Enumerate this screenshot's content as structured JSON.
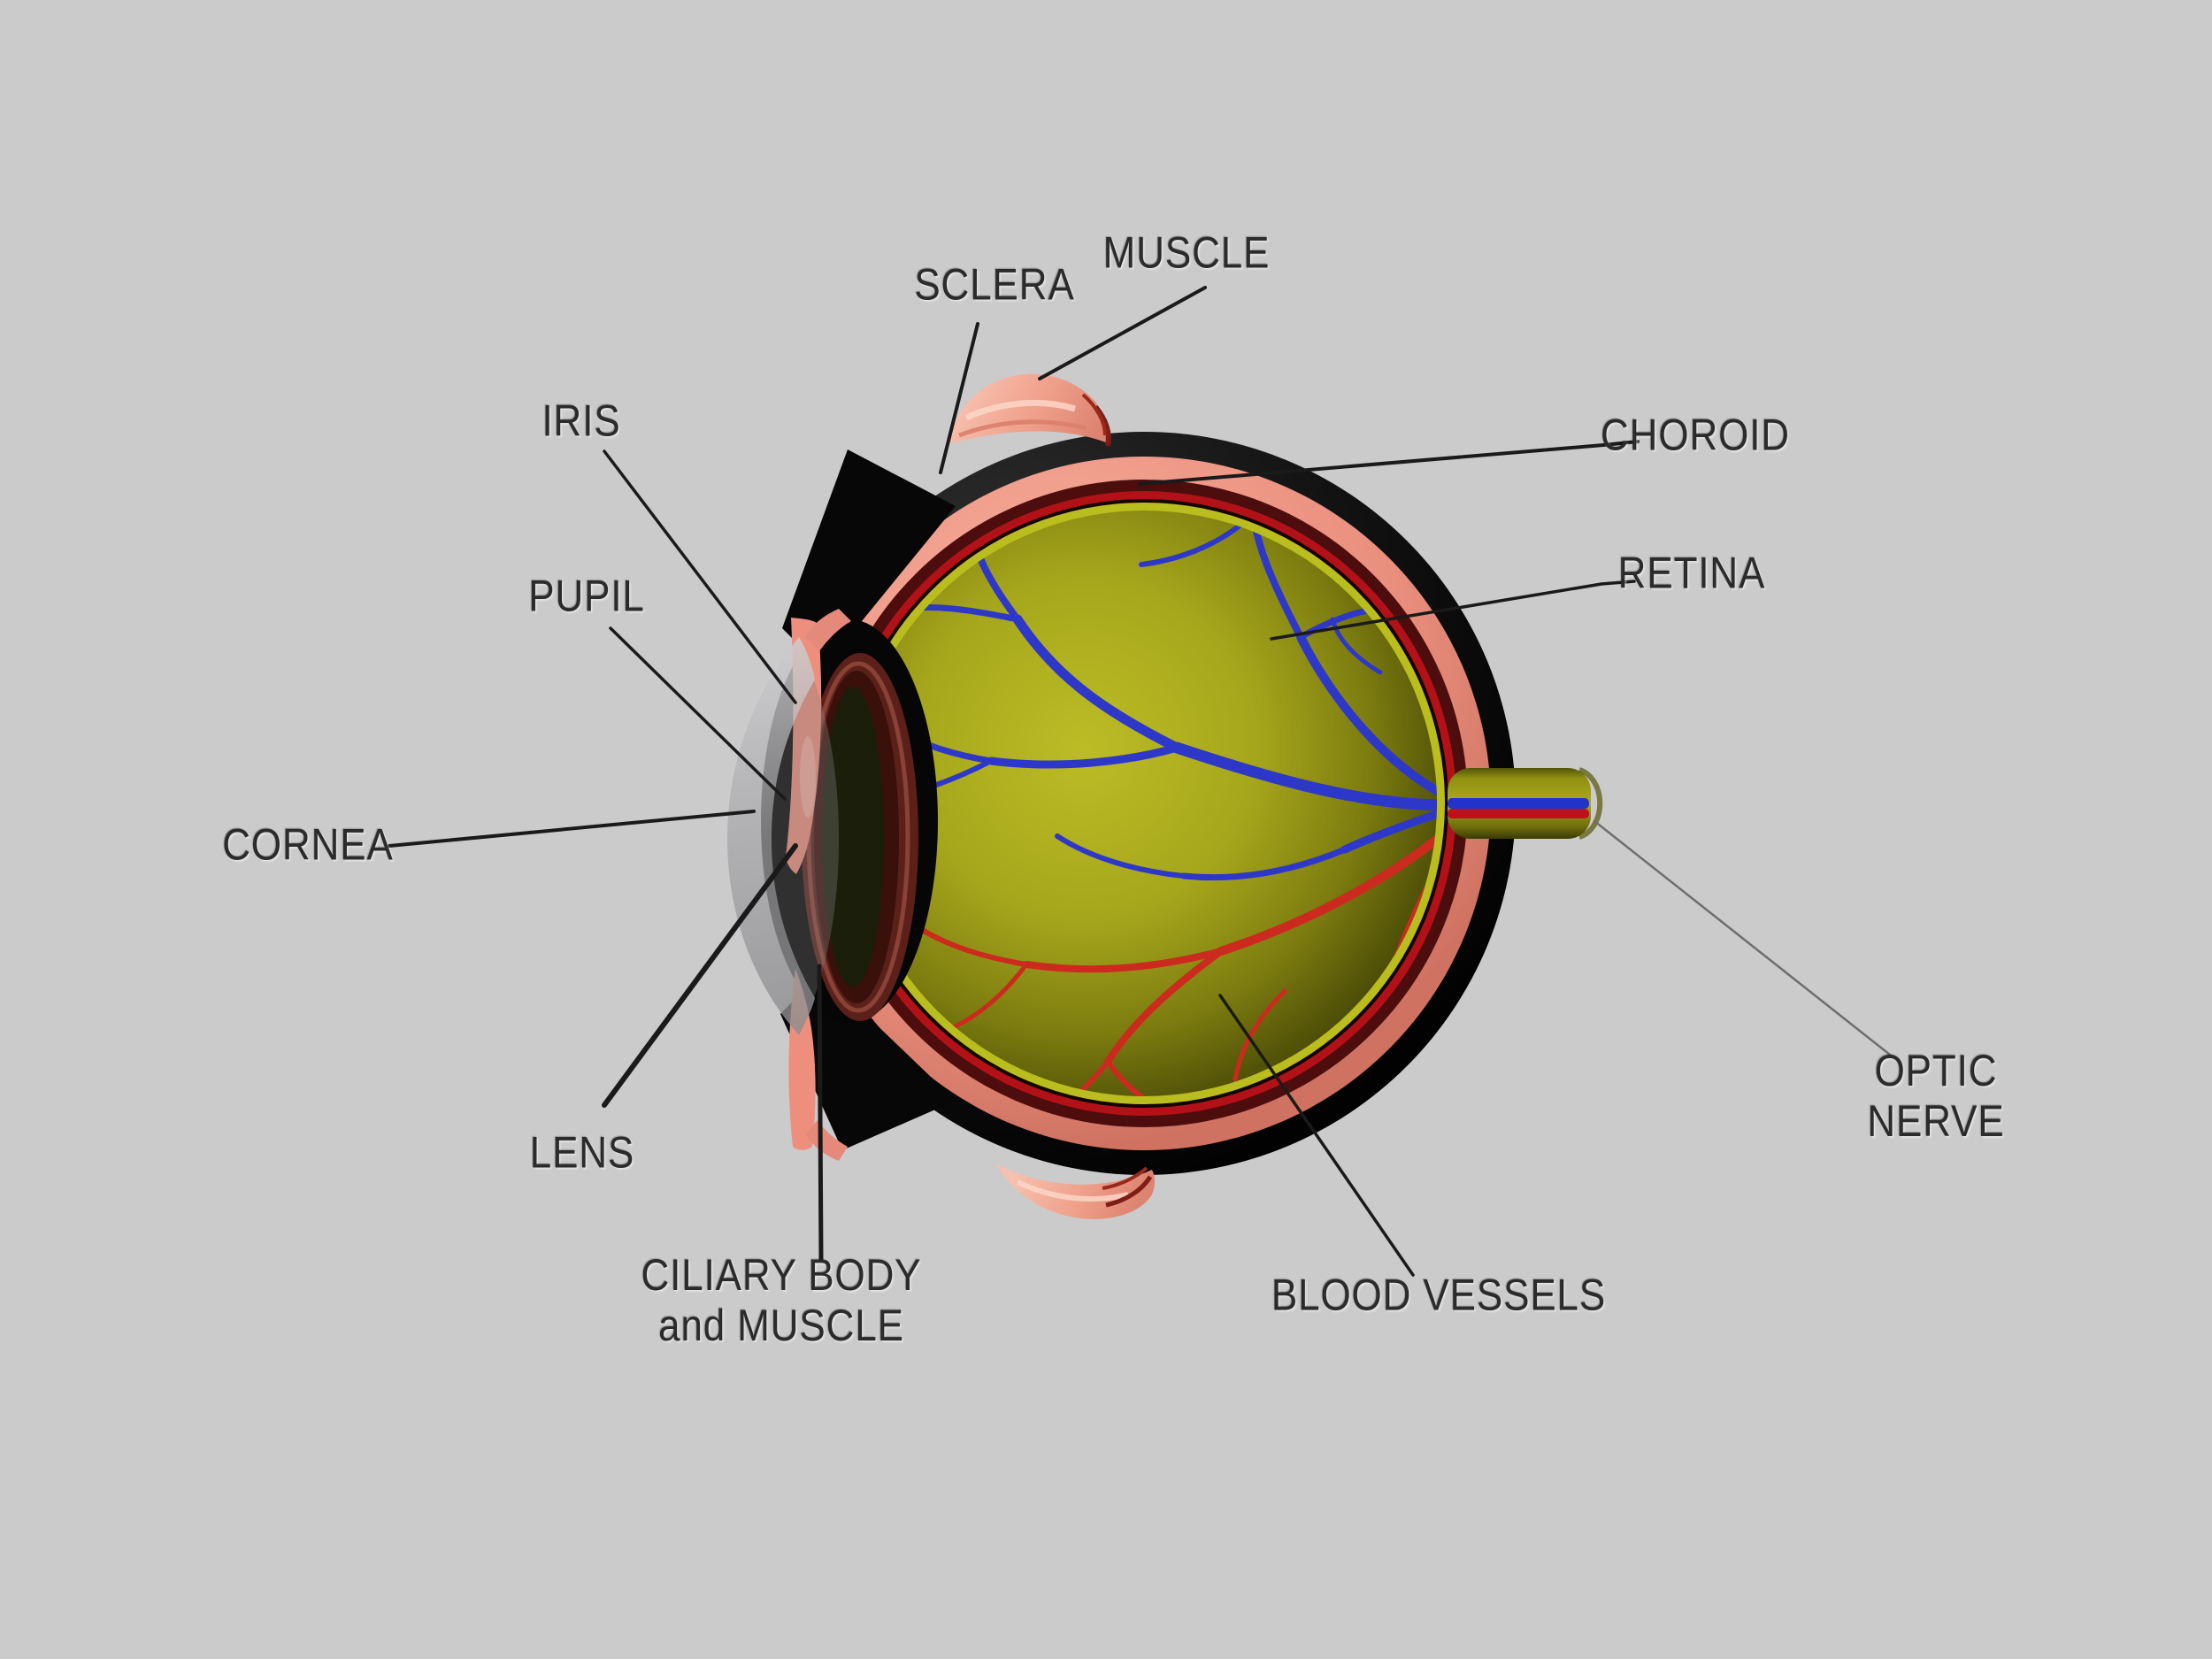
{
  "figure": {
    "subject": "human-eye-cross-section",
    "background_color": "#cbcbcb"
  },
  "labels": {
    "sclera": {
      "text": "SCLERA"
    },
    "muscle": {
      "text": "MUSCLE"
    },
    "choroid": {
      "text": "CHOROID"
    },
    "retina": {
      "text": "RETINA"
    },
    "iris": {
      "text": "IRIS"
    },
    "pupil": {
      "text": "PUPIL"
    },
    "cornea": {
      "text": "CORNEA"
    },
    "lens": {
      "text": "LENS"
    },
    "ciliary": {
      "text_line1": "CILIARY BODY",
      "text_line2": "and MUSCLE"
    },
    "blood_vessels": {
      "text": "BLOOD VESSELS"
    },
    "optic_nerve": {
      "text_line1": "OPTIC",
      "text_line2": "NERVE"
    }
  },
  "colors": {
    "background": "#cbcbcb",
    "label_text": "#2b2b2b",
    "leader_line": "#1a1a1a",
    "optic_leader_line": "#6e6e6e",
    "sclera_black": "#0a0a0a",
    "choroid_salmon": "#ec9181",
    "choroid_dark_red": "#4d0d0d",
    "choroid_bright_red": "#b31118",
    "retina_yellow": "#b9bd1e",
    "interior_olive_bright": "#b9b922",
    "interior_olive_dark": "#4a4a07",
    "vein_blue": "#2e38c8",
    "artery_red": "#cc2a1e",
    "deep_vessel_red": "#7a1512",
    "muscle_salmon": "#eb9a86",
    "lens_maroon": "#5b2019",
    "cornea_gray": "#a9a9ab",
    "optic_nerve_olive": "#8f8f12"
  }
}
